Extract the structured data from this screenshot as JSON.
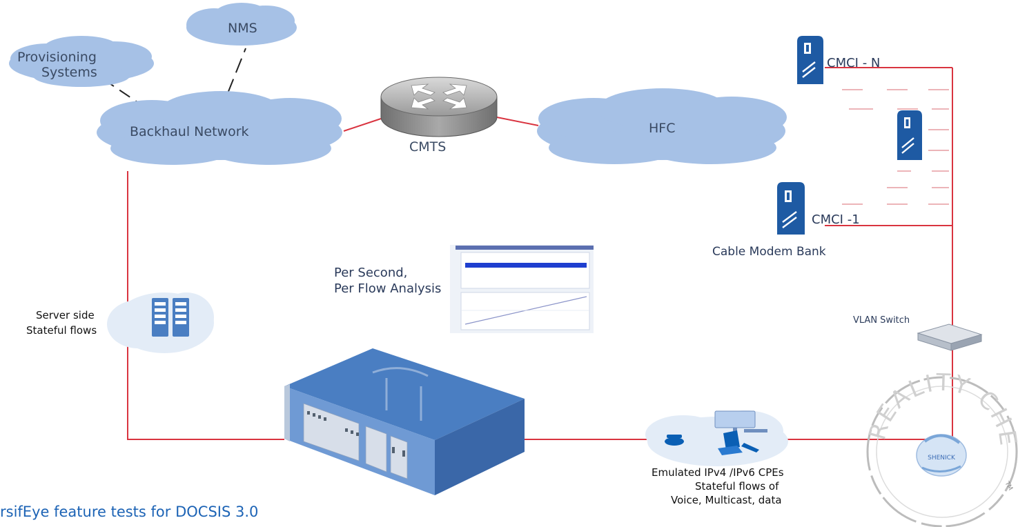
{
  "labels": {
    "nms": "NMS",
    "provisioning_line1": "Provisioning",
    "provisioning_line2": "Systems",
    "backhaul": "Backhaul Network",
    "cmts": "CMTS",
    "hfc": "HFC",
    "cmci_n": "CMCI - N",
    "cmci_1": "CMCI -1",
    "modem_bank": "Cable Modem Bank",
    "analysis_line1": "Per Second,",
    "analysis_line2": "Per Flow Analysis",
    "server_line1": "Server side",
    "server_line2": "Stateful flows",
    "vlan_switch": "VLAN Switch",
    "cpe_line1": "Emulated IPv4 /IPv6 CPEs",
    "cpe_line2": "Stateful flows of",
    "cpe_line3": "Voice, Multicast, data",
    "bottom_title": "rsifEye feature tests for DOCSIS 3.0"
  },
  "stamp": {
    "top_text": "REALITY CHECKED",
    "brand": "SHENICK",
    "tm": "TM"
  },
  "colors": {
    "cloud": "#a6c1e6",
    "link": "#d9333f",
    "modem": "#1e5aa3",
    "chassis": "#4a7ec2",
    "title": "#1c63b5"
  }
}
